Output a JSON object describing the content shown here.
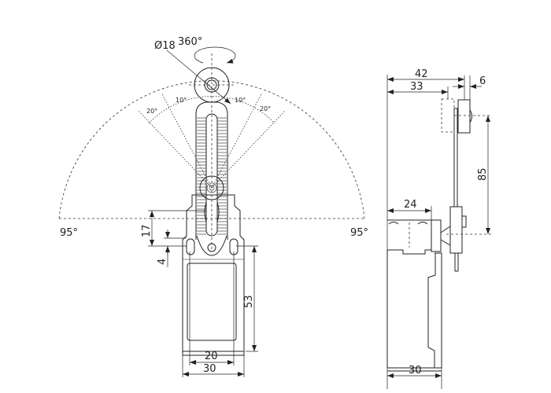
{
  "title": "Limit switch with adjustable roller lever - dimensional drawing",
  "front_view": {
    "rotation_label": "360°",
    "roller_diameter_label": "Ø18",
    "angle_small_left": "10°",
    "angle_small_right": "10°",
    "angle_large_left": "20°",
    "angle_large_right": "20°",
    "travel_left": "95°",
    "travel_right": "95°",
    "dim_17": "17",
    "dim_4": "4",
    "dim_53": "53",
    "dim_20": "20",
    "dim_30": "30"
  },
  "side_view": {
    "dim_42": "42",
    "dim_33": "33",
    "dim_6": "6",
    "dim_85": "85",
    "dim_24": "24",
    "dim_30": "30"
  }
}
